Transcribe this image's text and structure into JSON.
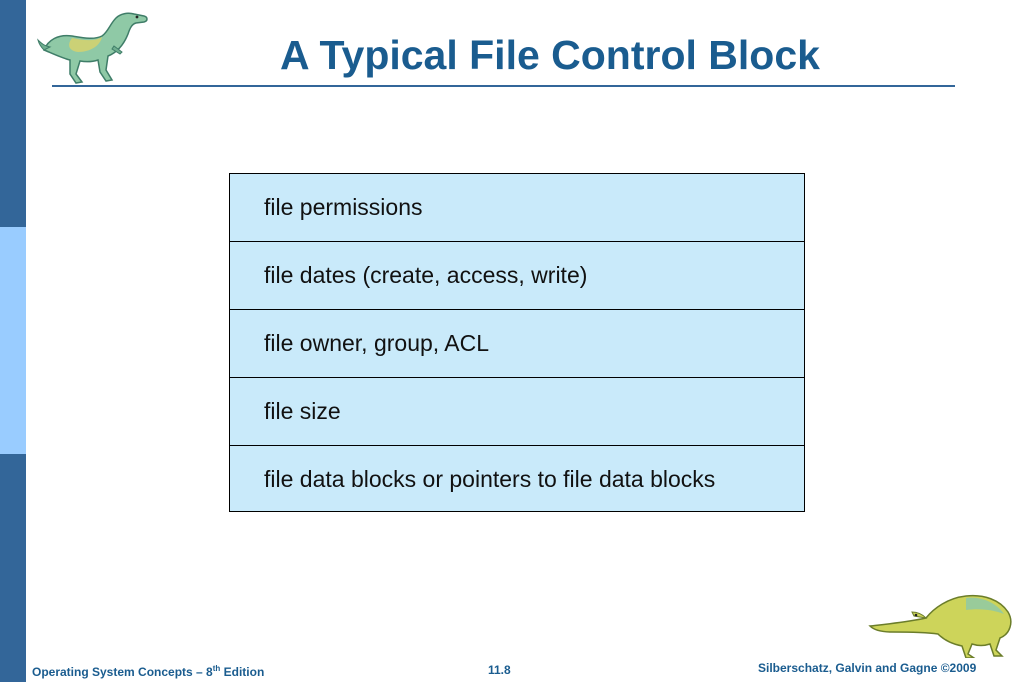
{
  "slide": {
    "title": "A Typical File Control Block"
  },
  "fcb_rows": [
    "file permissions",
    "file dates (create, access, write)",
    "file owner, group, ACL",
    "file size",
    "file data blocks or pointers to file data blocks"
  ],
  "footer": {
    "book": "Operating System Concepts  – 8",
    "edition_suffix": "th",
    "edition_word": " Edition",
    "slide_number": "11.8",
    "copyright": "Silberschatz, Galvin and Gagne ©2009"
  },
  "colors": {
    "title": "#1a5c8f",
    "sidebar_dark": "#336699",
    "sidebar_light": "#99ccff",
    "table_fill": "#c9eafa"
  },
  "icons": {
    "top_left": "dinosaur-icon",
    "bottom_right": "dinosaur-icon"
  }
}
